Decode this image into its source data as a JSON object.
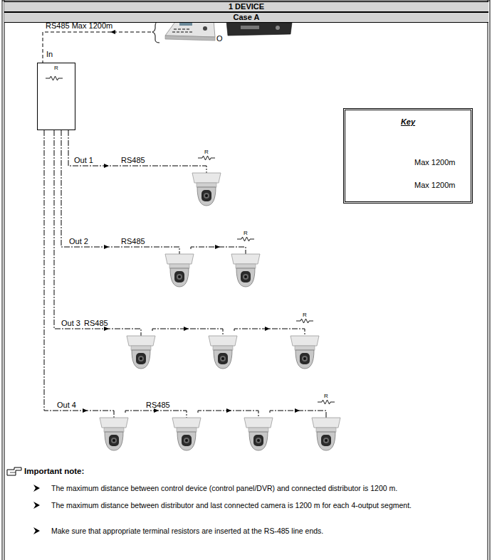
{
  "diagram": {
    "nodes": [
      {
        "text": [
          "1 DEVICE"
        ]
      },
      {
        "text": [
          "Case A"
        ]
      },
      {
        "text": [
          "R"
        ]
      },
      {
        "text": [
          "Key"
        ]
      }
    ],
    "labels": [
      "RS485 Max 1200m",
      "O",
      "In",
      "Out 1",
      "RS485",
      "R",
      "Out 2",
      "RS485",
      "R",
      "Out 3",
      "RS485",
      "R",
      "Out 4",
      "RS485",
      "R",
      "Important note:",
      "The maximum distance between control device (control panel/DVR) and connected distributor is 1200 m.",
      "The maximum distance between distributor and last connected camera is 1200 m for each 4-output segment.",
      "Make sure that appropriate terminal resistors are inserted at the RS-485 line ends."
    ],
    "legend": [
      {
        "text": "Max 1200m"
      },
      {
        "text": "Max 1200m"
      }
    ]
  }
}
